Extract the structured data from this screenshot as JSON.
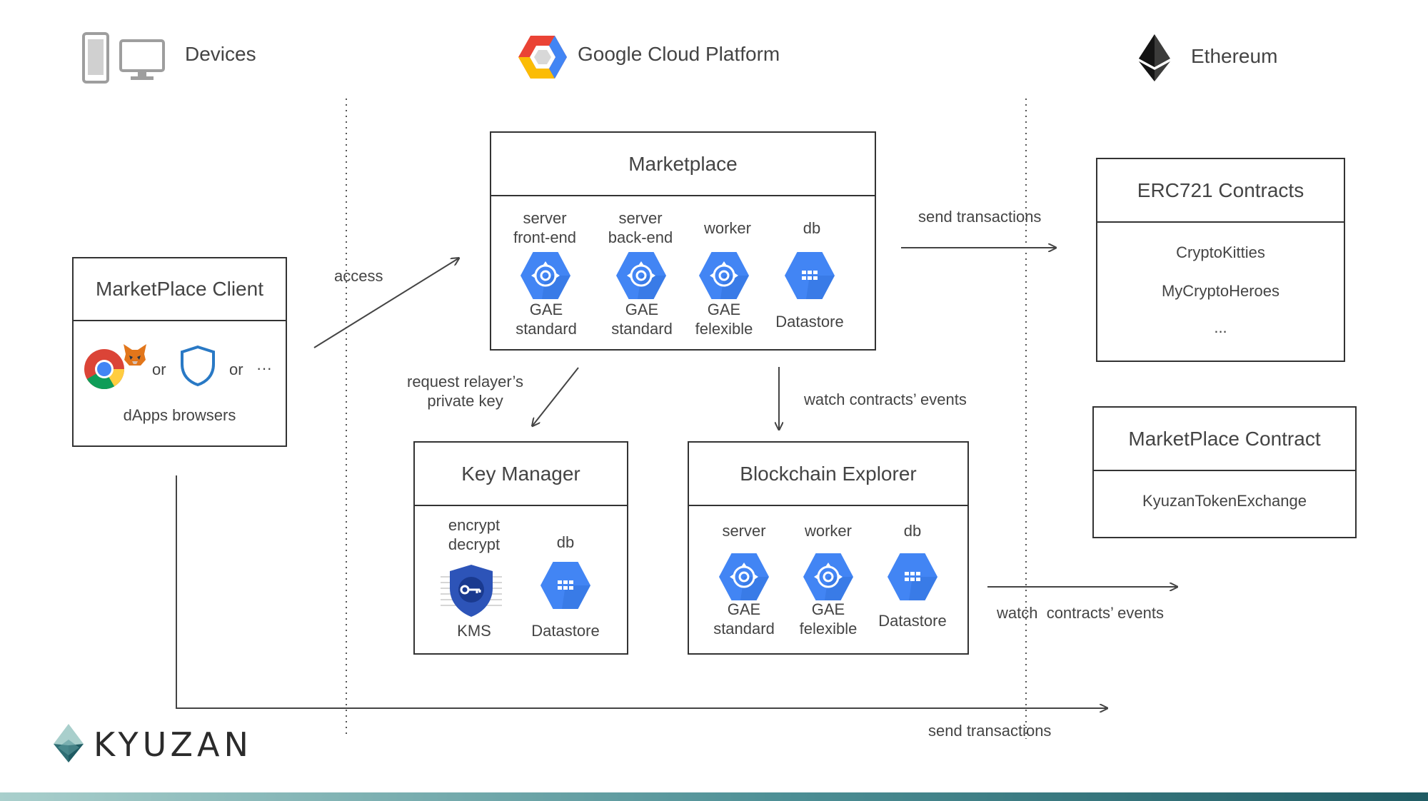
{
  "headers": {
    "devices": "Devices",
    "gcp": "Google Cloud Platform",
    "ethereum": "Ethereum"
  },
  "client": {
    "title": "MarketPlace Client",
    "or1": "or",
    "or2": "or",
    "ellipsis": "···",
    "caption": "dApps browsers"
  },
  "marketplace": {
    "title": "Marketplace",
    "columns": [
      {
        "top": "server\nfront-end",
        "bottom": "GAE\nstandard",
        "icon": "gae-icon"
      },
      {
        "top": "server\nback-end",
        "bottom": "GAE\nstandard",
        "icon": "gae-icon"
      },
      {
        "top": "worker",
        "bottom": "GAE\nfelexible",
        "icon": "gae-icon"
      },
      {
        "top": "db",
        "bottom": "Datastore",
        "icon": "datastore-icon"
      }
    ]
  },
  "key_manager": {
    "title": "Key Manager",
    "columns": [
      {
        "top": "encrypt\ndecrypt",
        "bottom": "KMS",
        "icon": "kms-icon"
      },
      {
        "top": "db",
        "bottom": "Datastore",
        "icon": "datastore-icon"
      }
    ]
  },
  "explorer": {
    "title": "Blockchain Explorer",
    "columns": [
      {
        "top": "server",
        "bottom": "GAE\nstandard",
        "icon": "gae-icon"
      },
      {
        "top": "worker",
        "bottom": "GAE\nfelexible",
        "icon": "gae-icon"
      },
      {
        "top": "db",
        "bottom": "Datastore",
        "icon": "datastore-icon"
      }
    ]
  },
  "erc721": {
    "title": "ERC721 Contracts",
    "items": [
      "CryptoKitties",
      "MyCryptoHeroes",
      "..."
    ]
  },
  "mp_contract": {
    "title": "MarketPlace Contract",
    "items": [
      "KyuzanTokenExchange"
    ]
  },
  "edges": {
    "access": "access",
    "send_tx_top": "send transactions",
    "request_key": "request relayer’s\nprivate key",
    "watch_events_1": "watch contracts’ events",
    "watch_events_2": "watch  contracts’ events",
    "send_tx_bottom": "send transactions"
  },
  "logo": {
    "text": "KYUZAN"
  },
  "colors": {
    "gcp_blue": "#4285f4",
    "border": "#333333",
    "footer_left": "#a9cfcc",
    "footer_right": "#1f5b63"
  }
}
